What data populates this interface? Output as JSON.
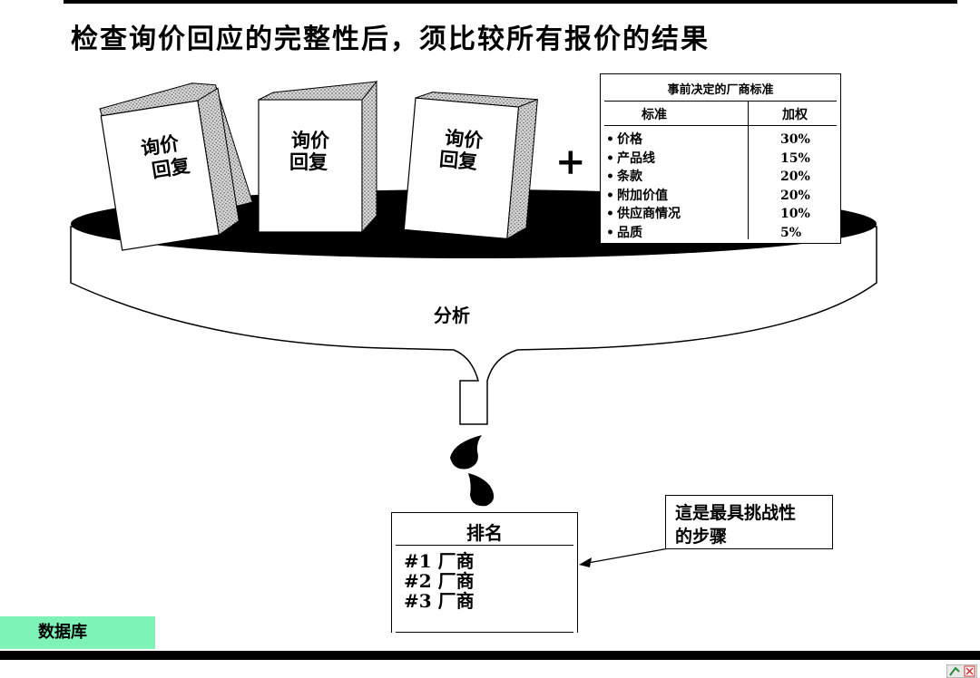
{
  "title": "检查询价回应的完整性后，须比较所有报价的结果",
  "response_books": [
    {
      "line1": "询价",
      "line2": "回复"
    },
    {
      "line1": "询价",
      "line2": "回复"
    },
    {
      "line1": "询价",
      "line2": "回复"
    }
  ],
  "plus_sign": "+",
  "criteria_table": {
    "title": "事前决定的厂商标准",
    "col_criteria": "标准",
    "col_weight": "加权",
    "bullet": "•",
    "rows": [
      {
        "name": "价格",
        "weight": "30%"
      },
      {
        "name": "产品线",
        "weight": "15%"
      },
      {
        "name": "条款",
        "weight": "20%"
      },
      {
        "name": "附加价值",
        "weight": "20%"
      },
      {
        "name": "供应商情况",
        "weight": "10%"
      },
      {
        "name": "品质",
        "weight": "5%"
      }
    ]
  },
  "funnel_label": "分析",
  "ranking": {
    "title": "排名",
    "items": [
      "#1 厂商",
      "#2 厂商",
      "#3 厂商"
    ]
  },
  "callout": "這是最具挑战性\n的步骤",
  "database_label": "数据库",
  "colors": {
    "database_bg": "#7ff2b8",
    "book_shadow": "#cfcfcf"
  },
  "icons": [
    "funnel-icon",
    "drop-icon",
    "arrow-icon",
    "app-corner-icon"
  ]
}
